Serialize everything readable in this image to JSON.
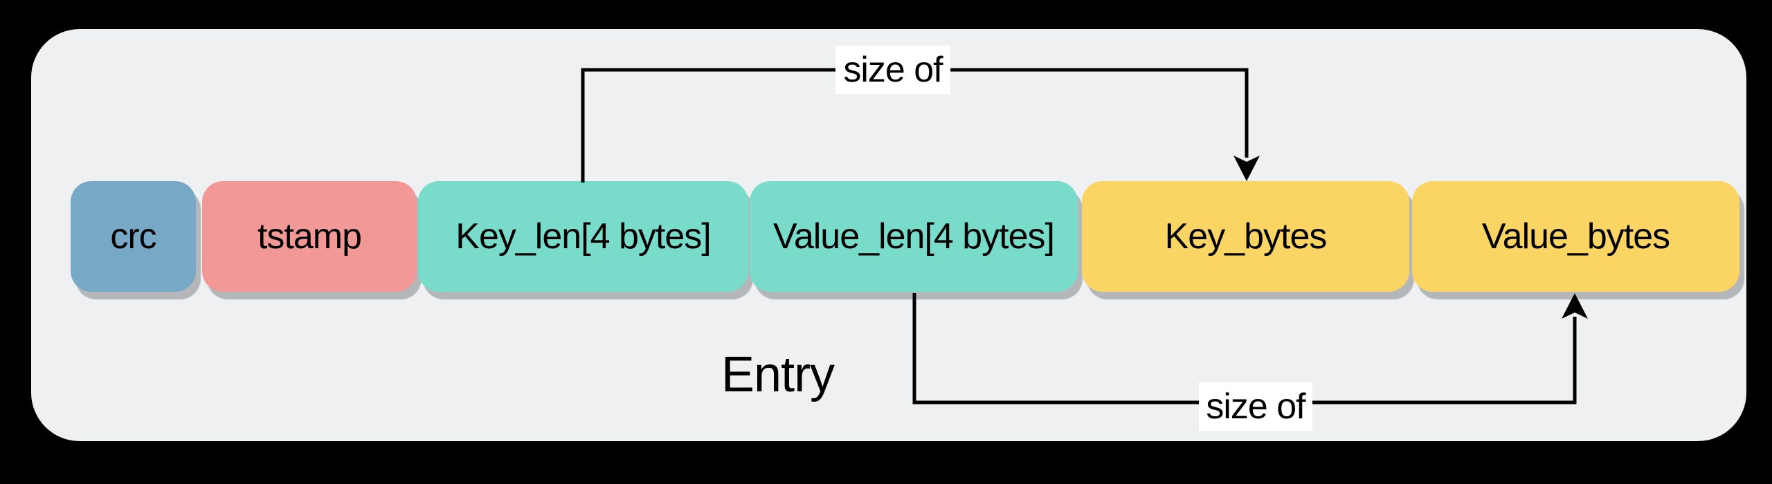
{
  "page": {
    "background": "#000000"
  },
  "diagram": {
    "title": "Entry",
    "panel_background": "#eef0f2",
    "line_color": "#000000",
    "fields": [
      {
        "label": "crc",
        "color": "#77a9c7"
      },
      {
        "label": "tstamp",
        "color": "#f29897"
      },
      {
        "label": "Key_len[4 bytes]",
        "color": "#79dcca"
      },
      {
        "label": "Value_len[4 bytes]",
        "color": "#79dcca"
      },
      {
        "label": "Key_bytes",
        "color": "#fad564"
      },
      {
        "label": "Value_bytes",
        "color": "#fad564"
      }
    ],
    "annotations": [
      {
        "label": "size of",
        "from": "Key_len[4 bytes]",
        "to": "Key_bytes"
      },
      {
        "label": "size of",
        "from": "Value_len[4 bytes]",
        "to": "Value_bytes"
      }
    ]
  }
}
